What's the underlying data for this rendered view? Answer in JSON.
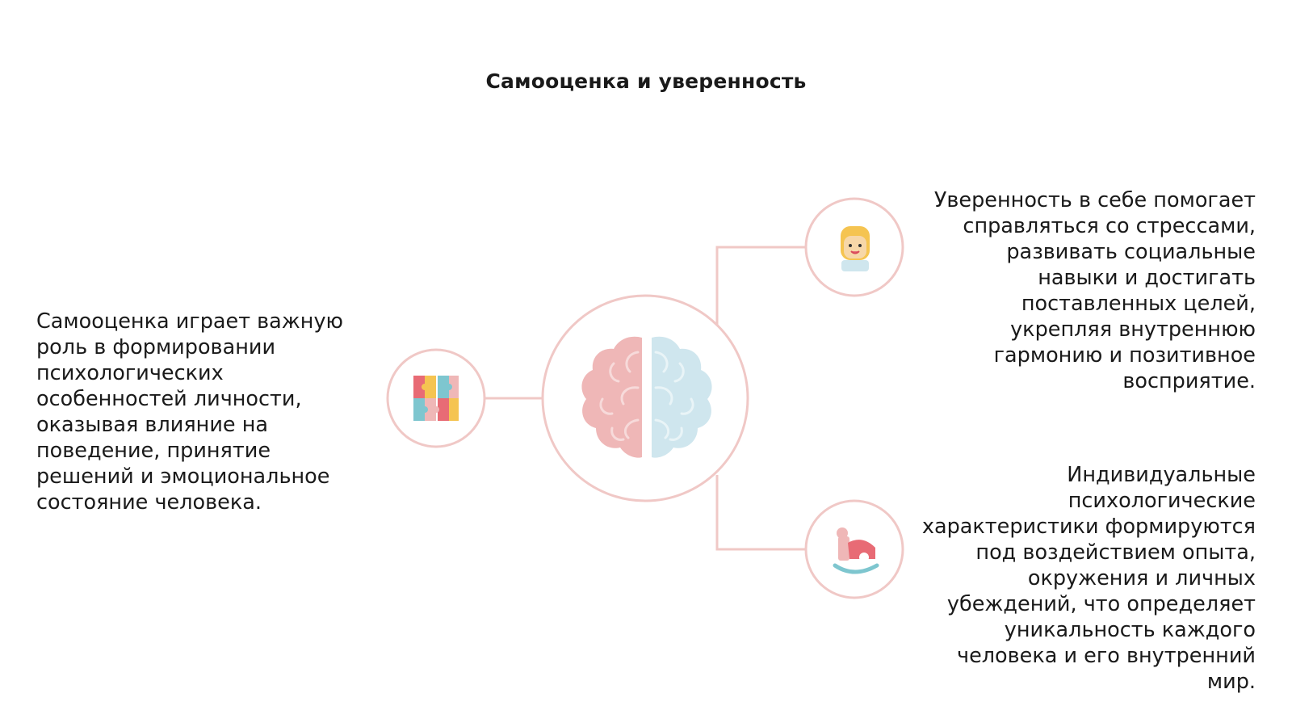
{
  "title": "Самооценка и уверенность",
  "blocks": {
    "left": "Самооценка играет важную\nроль в формировании\nпсихологических\nособенностей личности,\nоказывая влияние на\nповедение, принятие\nрешений и эмоциональное\nсостояние человека.",
    "right_top": "Уверенность в себе помогает\nсправляться со стрессами,\nразвивать социальные\nнавыки и достигать\nпоставленных целей,\nукрепляя внутреннюю\nгармонию и позитивное\nвосприятие.",
    "right_bottom": "Индивидуальные\nпсихологические\nхарактеристики формируются\nпод воздействием опыта,\nокружения и личных\nубеждений, что определяет\nуникальность каждого\nчеловека и его внутренний\nмир."
  },
  "icons": {
    "center": "brain-icon",
    "left": "puzzle-icon",
    "right_top": "child-face-icon",
    "right_bottom": "rocking-horse-icon"
  },
  "colors": {
    "line": "#f0c8c6",
    "brain_left": "#efb7b7",
    "brain_right": "#cfe6ee",
    "accent_red": "#e86b75",
    "accent_teal": "#7ec6cf",
    "accent_yellow": "#f5c451"
  }
}
